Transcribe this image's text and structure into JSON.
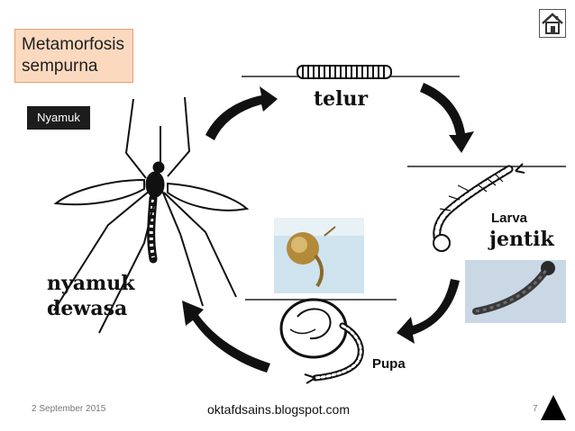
{
  "slide": {
    "title": "Metamorfosis\nsempurna",
    "tag": "Nyamuk",
    "footer_date": "2 September 2015",
    "footer_center": "oktafdsains.blogspot.com",
    "page_number": "7",
    "accent_color": "#fbd9bf",
    "tag_color": "#1c1c1c"
  },
  "home_button": {
    "icon": "home-icon"
  },
  "diagram": {
    "stages": {
      "egg": "telur",
      "larva_en": "Larva",
      "larva": "jentik",
      "pupa": "Pupa",
      "adult_line1": "nyamuk",
      "adult_line2": "dewasa"
    }
  }
}
